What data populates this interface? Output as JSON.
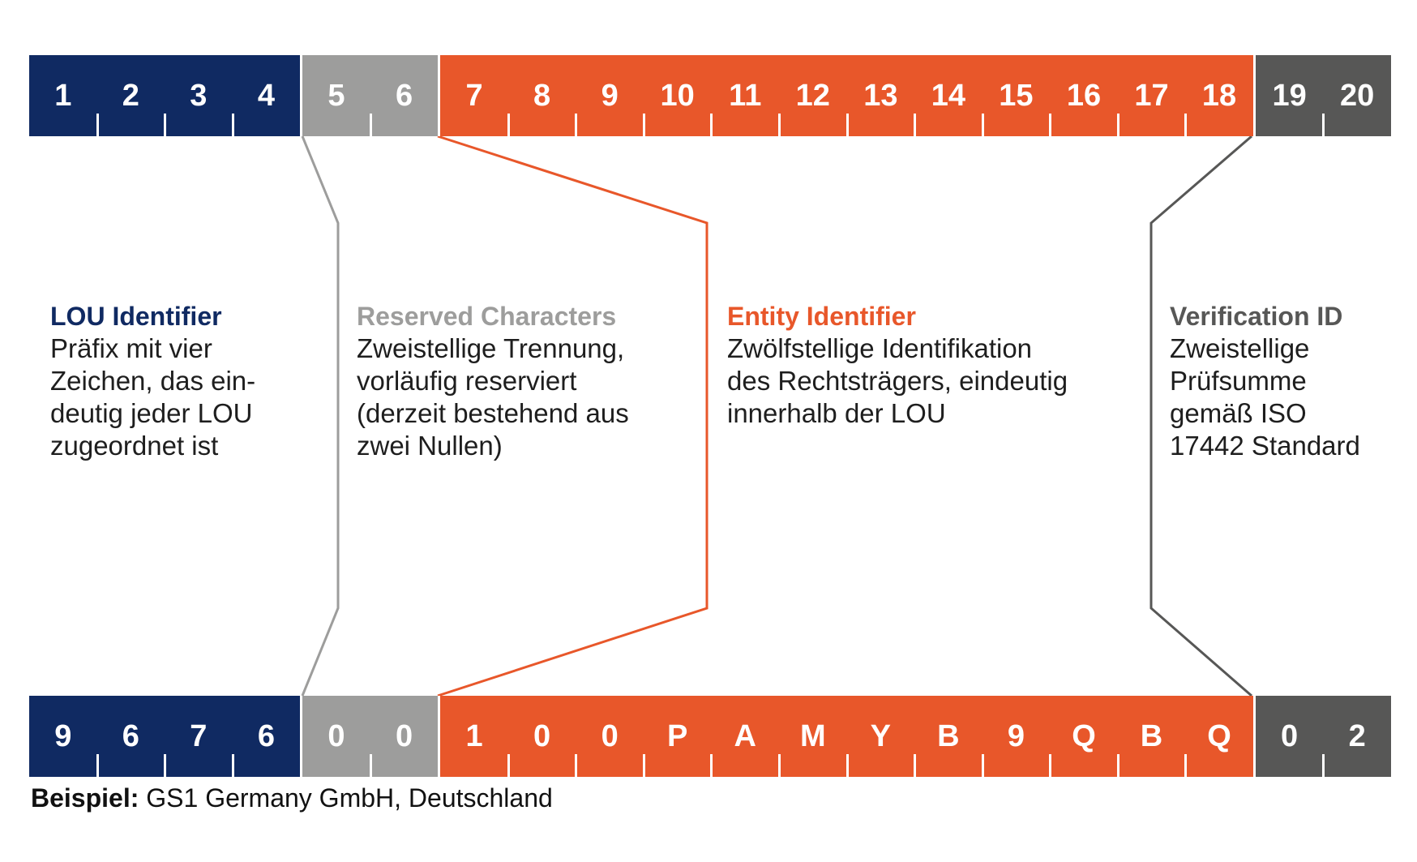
{
  "colors": {
    "lou": "#102a62",
    "reserved": "#9d9d9c",
    "entity": "#e8572a",
    "verification": "#575756",
    "text": "#1e1e1e"
  },
  "positions_row": {
    "lou": [
      "1",
      "2",
      "3",
      "4"
    ],
    "reserved": [
      "5",
      "6"
    ],
    "entity": [
      "7",
      "8",
      "9",
      "10",
      "11",
      "12",
      "13",
      "14",
      "15",
      "16",
      "17",
      "18"
    ],
    "verification": [
      "19",
      "20"
    ]
  },
  "example_row": {
    "lou": [
      "9",
      "6",
      "7",
      "6"
    ],
    "reserved": [
      "0",
      "0"
    ],
    "entity": [
      "1",
      "0",
      "0",
      "P",
      "A",
      "M",
      "Y",
      "B",
      "9",
      "Q",
      "B",
      "Q"
    ],
    "verification": [
      "0",
      "2"
    ]
  },
  "sections": {
    "lou": {
      "title": "LOU Identifier",
      "description": "Präfix mit vier\nZeichen, das ein-\ndeutig jeder LOU\nzugeordnet ist"
    },
    "reserved": {
      "title": "Reserved Characters",
      "description": "Zweistellige Trennung,\nvorläufig reserviert\n(derzeit bestehend aus\nzwei Nullen)"
    },
    "entity": {
      "title": "Entity Identifier",
      "description": "Zwölfstellige Identifikation\ndes Rechtsträgers, eindeutig\ninnerhalb der LOU"
    },
    "verification": {
      "title": "Verification ID",
      "description": "Zweistellige\nPrüfsumme\ngemäß ISO\n17442 Standard"
    }
  },
  "footer": {
    "label": "Beispiel:",
    "text": " GS1 Germany GmbH, Deutschland"
  }
}
